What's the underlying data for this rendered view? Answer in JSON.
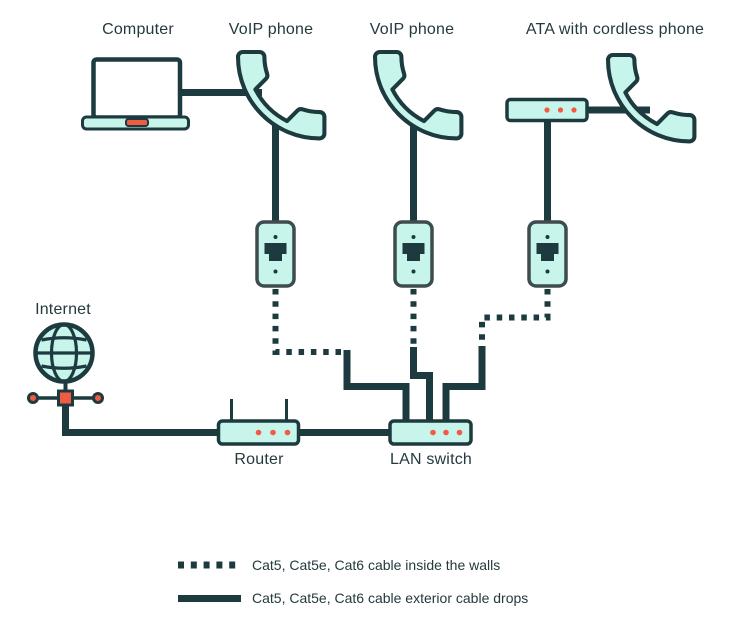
{
  "devices": {
    "computer": {
      "label": "Computer",
      "icon": "laptop-icon"
    },
    "voip_phone_1": {
      "label": "VoIP phone",
      "icon": "phone-handset-icon"
    },
    "voip_phone_2": {
      "label": "VoIP phone",
      "icon": "phone-handset-icon"
    },
    "ata": {
      "label": "ATA with cordless phone",
      "icon": "ata-box-icon"
    },
    "internet": {
      "label": "Internet",
      "icon": "globe-icon"
    },
    "router": {
      "label": "Router",
      "icon": "router-icon"
    },
    "lan_switch": {
      "label": "LAN switch",
      "icon": "lan-switch-icon"
    }
  },
  "legend": {
    "inside_walls": {
      "style": "dotted",
      "label": "Cat5, Cat5e, Cat6 cable inside the walls"
    },
    "exterior_drops": {
      "style": "solid",
      "label": "Cat5, Cat5e, Cat6 cable exterior cable drops"
    }
  },
  "colors": {
    "cable": "#1d3b3f",
    "device_fill": "#c7f5ec",
    "accent": "#f15b43",
    "jack_border": "#3e4c4f",
    "screen_fill": "#ffffff"
  }
}
